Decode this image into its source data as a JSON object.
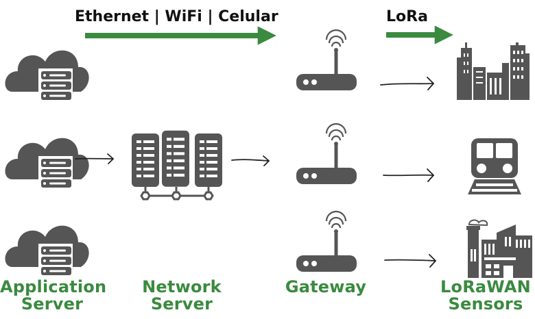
{
  "top_labels": {
    "transport": "Ethernet | WiFi | Celular",
    "radio": "LoRa"
  },
  "columns": {
    "application_server": [
      "Application",
      "Server"
    ],
    "network_server": [
      "Network",
      "Server"
    ],
    "gateway": [
      "Gateway"
    ],
    "sensors": [
      "LoRaWAN",
      "Sensors"
    ]
  },
  "colors": {
    "accent_green": "#3a8a3f",
    "icon_gray": "#555555",
    "text_dark": "#111111"
  },
  "icons": {
    "row1": [
      "cloud-server-icon",
      "router-icon",
      "city-buildings-icon"
    ],
    "row2": [
      "cloud-server-icon",
      "network-server-icon",
      "router-icon",
      "train-icon"
    ],
    "row3": [
      "cloud-server-icon",
      "router-icon",
      "factory-icon"
    ]
  }
}
